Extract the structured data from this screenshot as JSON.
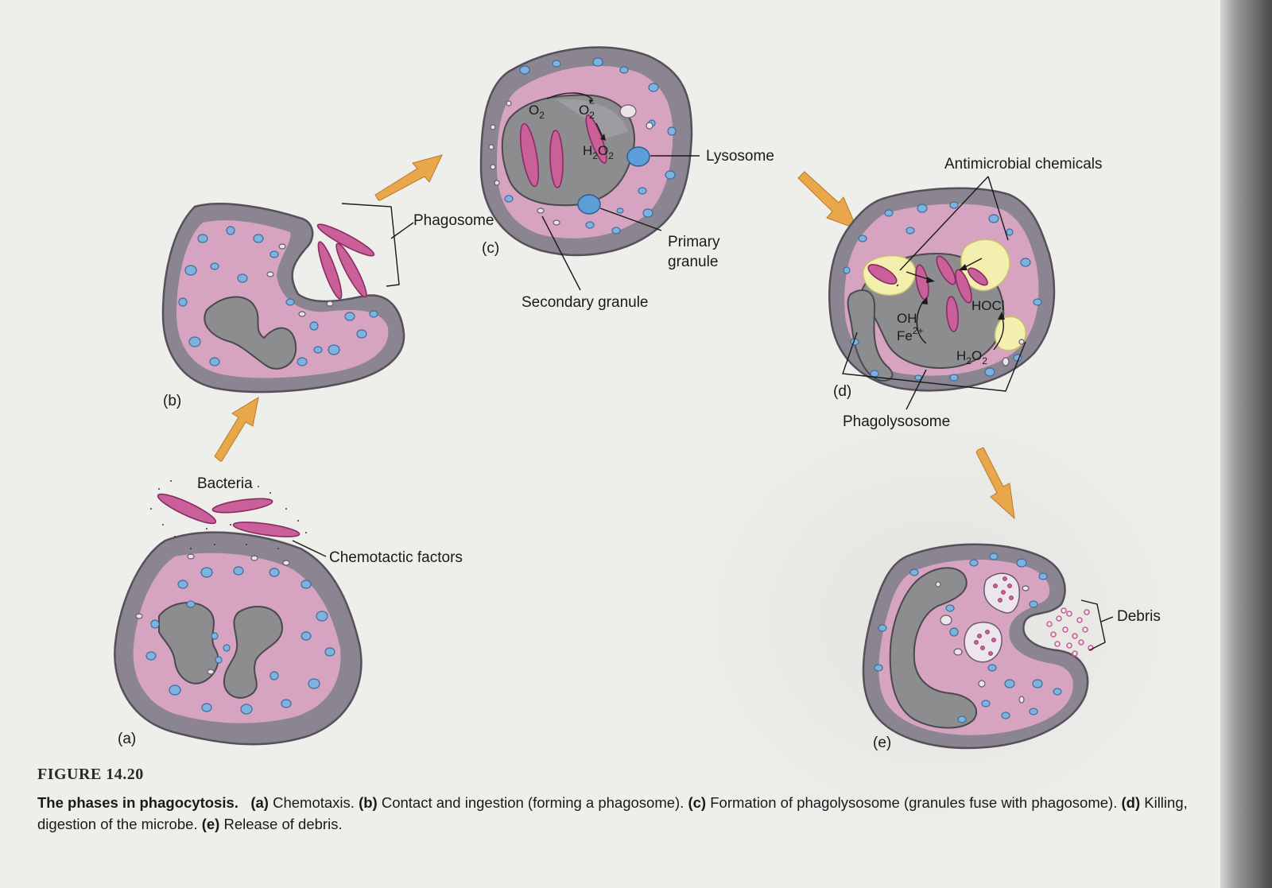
{
  "labels": {
    "phagosome": "Phagosome",
    "lysosome": "Lysosome",
    "primary_granule": "Primary\ngranule",
    "secondary_granule": "Secondary granule",
    "antimicrobial": "Antimicrobial chemicals",
    "phagolysosome": "Phagolysosome",
    "bacteria": "Bacteria",
    "chemotactic": "Chemotactic factors",
    "debris": "Debris"
  },
  "panels": {
    "a": "(a)",
    "b": "(b)",
    "c": "(c)",
    "d": "(d)",
    "e": "(e)"
  },
  "chemicals": {
    "o2": "O",
    "o2_sub": "2",
    "superoxide": "O",
    "superoxide_sub": "2",
    "superoxide_sup": "−",
    "h2o2_c_h": "H",
    "h2o2_c_2a": "2",
    "h2o2_c_o": "O",
    "h2o2_c_2b": "2",
    "oh": "OH",
    "fe": "Fe",
    "fe_sup": "2+",
    "hocl": "HOCl",
    "h2o2_d_h": "H",
    "h2o2_d_2a": "2",
    "h2o2_d_o": "O",
    "h2o2_d_2b": "2"
  },
  "caption": {
    "figure_number": "FIGURE 14.20",
    "title": "The phases in phagocytosis.",
    "a_tag": "(a)",
    "a_text": "Chemotaxis.",
    "b_tag": "(b)",
    "b_text": "Contact and ingestion (forming a phagosome).",
    "c_tag": "(c)",
    "c_text": "Formation of phagolysosome (granules fuse with phagosome).",
    "d_tag": "(d)",
    "d_text": "Killing, digestion of the microbe.",
    "e_tag": "(e)",
    "e_text": "Release of debris."
  },
  "colors": {
    "cell": "#8a8590",
    "cytoplasm": "#d6a3c0",
    "nucleus": "#8d8d90",
    "granule_blue": "#7fb3df",
    "bacteria": "#c9609a",
    "arrow": "#e8a74a",
    "antimicrobial_yellow": "#f3efae"
  }
}
